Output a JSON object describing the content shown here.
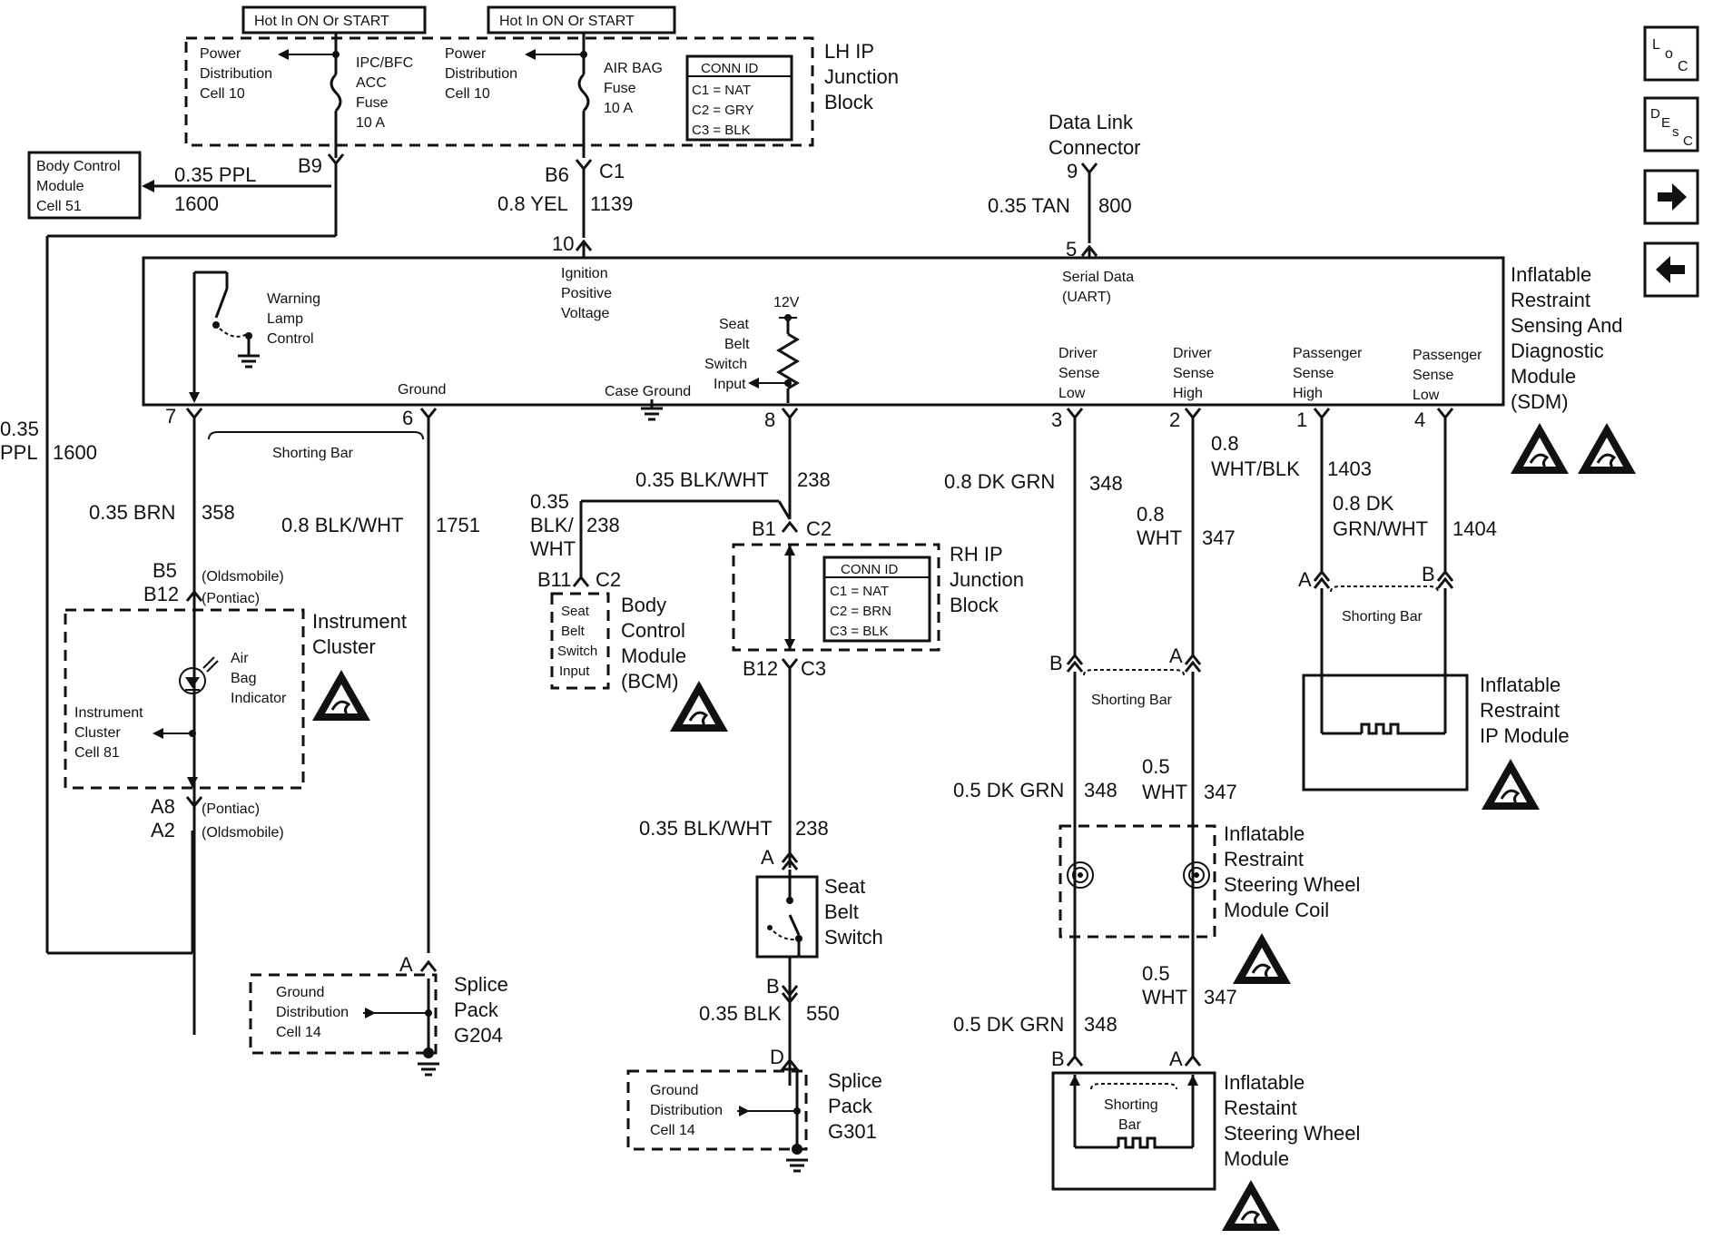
{
  "diagram": {
    "nav_buttons": [
      {
        "id": "loc",
        "label": "LOC",
        "icon": "loc-icon"
      },
      {
        "id": "desc",
        "label": "DESC",
        "icon": "desc-icon"
      },
      {
        "id": "next",
        "label": "→",
        "icon": "arrow-right-icon"
      },
      {
        "id": "prev",
        "label": "←",
        "icon": "arrow-left-icon"
      }
    ]
  },
  "labels": {
    "hot1": "Hot In ON Or START",
    "hot2": "Hot In ON Or START",
    "pd1_l1": "Power",
    "pd1_l2": "Distribution",
    "pd1_l3": "Cell 10",
    "pd2_l1": "Power",
    "pd2_l2": "Distribution",
    "pd2_l3": "Cell 10",
    "fuse1_l1": "IPC/BFC",
    "fuse1_l2": "ACC",
    "fuse1_l3": "Fuse",
    "fuse1_l4": "10 A",
    "fuse2_l1": "AIR BAG",
    "fuse2_l2": "Fuse",
    "fuse2_l3": "10 A",
    "conn1_title": "CONN ID",
    "conn1_c1": "C1 = NAT",
    "conn1_c2": "C2 = GRY",
    "conn1_c3": "C3 = BLK",
    "lhip_l1": "LH IP",
    "lhip_l2": "Junction",
    "lhip_l3": "Block",
    "bcm1_l1": "Body Control",
    "bcm1_l2": "Module",
    "bcm1_l3": "Cell 51",
    "w_035ppl": "0.35 PPL",
    "w_1600": "1600",
    "b9": "B9",
    "b6": "B6",
    "c1": "C1",
    "w_08yel": "0.8 YEL",
    "w_1139": "1139",
    "p10": "10",
    "dlc_l1": "Data Link",
    "dlc_l2": "Connector",
    "p9": "9",
    "w_035tan": "0.35 TAN",
    "w_800": "800",
    "p5": "5",
    "ign_l1": "Ignition",
    "ign_l2": "Positive",
    "ign_l3": "Voltage",
    "sdata_l1": "Serial Data",
    "sdata_l2": "(UART)",
    "wl_l1": "Warning",
    "wl_l2": "Lamp",
    "wl_l3": "Control",
    "v12": "12V",
    "sbi_l1": "Seat",
    "sbi_l2": "Belt",
    "sbi_l3": "Switch",
    "sbi_l4": "Input",
    "ground": "Ground",
    "case_ground": "Case Ground",
    "dsl_l1": "Driver",
    "dsl_l2": "Sense",
    "dsl_l3": "Low",
    "dsh_l1": "Driver",
    "dsh_l2": "Sense",
    "dsh_l3": "High",
    "psh_l1": "Passenger",
    "psh_l2": "Sense",
    "psh_l3": "High",
    "psl_l1": "Passenger",
    "psl_l2": "Sense",
    "psl_l3": "Low",
    "sdm_l1": "Inflatable",
    "sdm_l2": "Restraint",
    "sdm_l3": "Sensing And",
    "sdm_l4": "Diagnostic",
    "sdm_l5": "Module",
    "sdm_l6": "(SDM)",
    "p7": "7",
    "p6": "6",
    "p8": "8",
    "p3": "3",
    "p2": "2",
    "p1": "1",
    "p4": "4",
    "shorting_bar": "Shorting Bar",
    "left_035": "0.35",
    "left_ppl": "PPL",
    "left_1600": "1600",
    "w_035brn": "0.35 BRN",
    "w_358": "358",
    "w_08blkwht": "0.8 BLK/WHT",
    "w_1751": "1751",
    "b5": "B5",
    "b12": "B12",
    "olds1": "(Oldsmobile)",
    "pont1": "(Pontiac)",
    "ic_l1": "Instrument",
    "ic_l2": "Cluster",
    "abi_l1": "Air",
    "abi_l2": "Bag",
    "abi_l3": "Indicator",
    "icc_l1": "Instrument",
    "icc_l2": "Cluster",
    "icc_l3": "Cell 81",
    "a8": "A8",
    "a2": "A2",
    "pont2": "(Pontiac)",
    "olds2": "(Oldsmobile)",
    "w_035blkwht_a": "0.35 BLK/WHT",
    "w_238_a": "238",
    "w_035_b": "0.35",
    "w_blk_b": "BLK/",
    "w_238_b": "238",
    "w_wht_b": "WHT",
    "b11": "B11",
    "c2_b": "C2",
    "bcm2_sbsi_l1": "Seat",
    "bcm2_sbsi_l2": "Belt",
    "bcm2_sbsi_l3": "Switch",
    "bcm2_sbsi_l4": "Input",
    "bcm2_l1": "Body",
    "bcm2_l2": "Control",
    "bcm2_l3": "Module",
    "bcm2_l4": "(BCM)",
    "b1": "B1",
    "c2_rh": "C2",
    "conn2_title": "CONN ID",
    "conn2_c1": "C1 = NAT",
    "conn2_c2": "C2 = BRN",
    "conn2_c3": "C3 = BLK",
    "rhip_l1": "RH IP",
    "rhip_l2": "Junction",
    "rhip_l3": "Block",
    "b12_c3": "B12",
    "c3": "C3",
    "w_035blkwht_c": "0.35 BLK/WHT",
    "w_238_c": "238",
    "a_sbs": "A",
    "sbs_l1": "Seat",
    "sbs_l2": "Belt",
    "sbs_l3": "Switch",
    "b_sbs": "B",
    "w_035blk": "0.35 BLK",
    "w_550": "550",
    "d_sp": "D",
    "gd2_l1": "Ground",
    "gd2_l2": "Distribution",
    "gd2_l3": "Cell 14",
    "sp2_l1": "Splice",
    "sp2_l2": "Pack",
    "sp2_l3": "G301",
    "a_sp1": "A",
    "gd1_l1": "Ground",
    "gd1_l2": "Distribution",
    "gd1_l3": "Cell 14",
    "sp1_l1": "Splice",
    "sp1_l2": "Pack",
    "sp1_l3": "G204",
    "w_08dkgrn": "0.8 DK GRN",
    "w_348_a": "348",
    "w_08_a": "0.8",
    "w_wht_a": "WHT",
    "w_347_a": "347",
    "w_08_b": "0.8",
    "w_whtblk": "WHT/BLK",
    "w_1403": "1403",
    "w_08dk": "0.8 DK",
    "w_grnwht": "GRN/WHT",
    "w_1404": "1404",
    "a_ipm": "A",
    "b_ipm": "B",
    "ipm_l1": "Inflatable",
    "ipm_l2": "Restraint",
    "ipm_l3": "IP Module",
    "b_coil": "B",
    "a_coil": "A",
    "w_05dkgrn_a": "0.5 DK GRN",
    "w_348_b": "348",
    "w_05_a": "0.5",
    "w_wht_c": "WHT",
    "w_347_b": "347",
    "coil_l1": "Inflatable",
    "coil_l2": "Restraint",
    "coil_l3": "Steering Wheel",
    "coil_l4": "Module Coil",
    "w_05_b": "0.5",
    "w_wht_d": "WHT",
    "w_347_c": "347",
    "w_05dkgrn_b": "0.5 DK GRN",
    "w_348_c": "348",
    "b_swm": "B",
    "a_swm": "A",
    "swm_sb_l1": "Shorting",
    "swm_sb_l2": "Bar",
    "swm_l1": "Inflatable",
    "swm_l2": "Restaint",
    "swm_l3": "Steering Wheel",
    "swm_l4": "Module"
  }
}
